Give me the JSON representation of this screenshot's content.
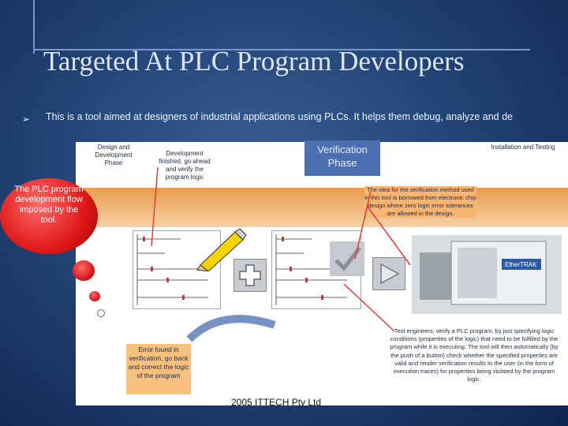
{
  "title": "Targeted At PLC Program Developers",
  "bullet": "This is a tool aimed at designers of industrial applications using PLCs. It helps them debug, analyze and de",
  "flow": {
    "design": "Design and Development Phase",
    "development": "Development finished, go ahead and verify the program logic",
    "verification": "Verification Phase",
    "installation": "Installation and Testing"
  },
  "bubble": "The PLC program development flow imposed by the tool.",
  "idea": "The idea for the verification method used in this tool is borrowed from electronic chip design where zero logic error tolerances are allowed in the design.",
  "error": "Error found in verification, go back and correct the logic of the program",
  "test_engineers": "Test engineers, verify a PLC program, by just specifying logic conditions (properties of the logic) that need to be fulfilled by the program while it is executing. The tool will then automatically (by the push of a button) check whether the specified properties are valid and render verification results to the user (in the form of execution traces) for properties being violated by the program logic.",
  "footer": "2005 ITTECH Pty Ltd",
  "device_label": "EtherTRAK",
  "colors": {
    "background": "#1f3f70",
    "accent": "#e01818",
    "title": "#dce6f7"
  }
}
